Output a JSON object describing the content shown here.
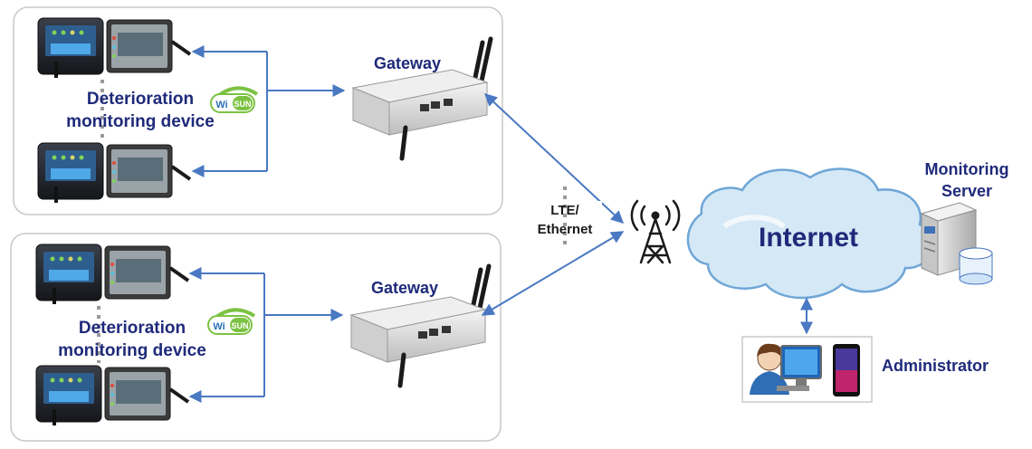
{
  "clusters": [
    {
      "device_label_line1": "Deterioration",
      "device_label_line2": "monitoring device",
      "wisun_left": "Wi",
      "wisun_right": "SUN",
      "gateway_label": "Gateway"
    },
    {
      "device_label_line1": "Deterioration",
      "device_label_line2": "monitoring device",
      "wisun_left": "Wi",
      "wisun_right": "SUN",
      "gateway_label": "Gateway"
    }
  ],
  "link_label_line1": "LTE/",
  "link_label_line2": "Ethernet",
  "cloud_label": "Internet",
  "server_label_line1": "Monitoring",
  "server_label_line2": "Server",
  "admin_label": "Administrator",
  "colors": {
    "label_text": "#1f2a7a",
    "arrow": "#4a78c2",
    "cloud_fill": "#d4e8f6",
    "cloud_stroke": "#6fa6d6",
    "panel_border": "#c8c8c8"
  }
}
